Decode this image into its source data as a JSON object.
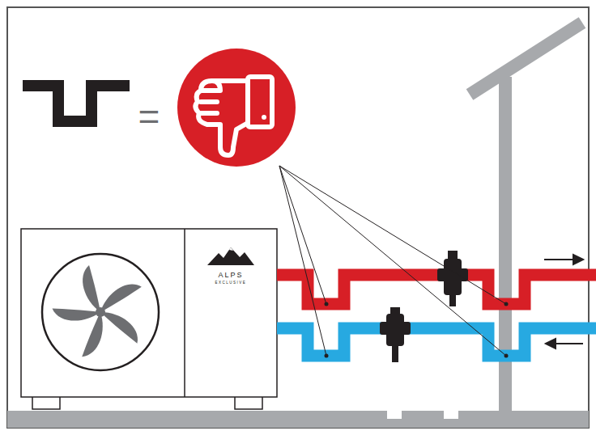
{
  "diagram": {
    "labels": [
      "=",
      "ALPS",
      "EXCLUSIVE"
    ]
  }
}
